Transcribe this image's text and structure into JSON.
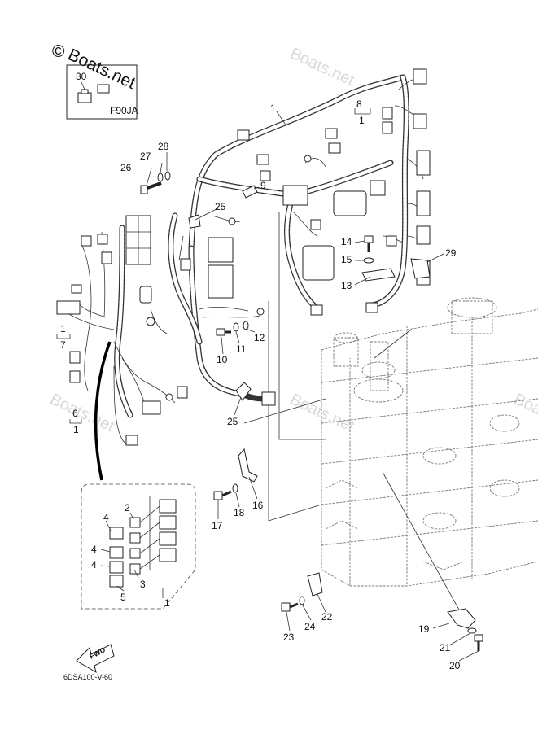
{
  "watermark": {
    "main": "Boats.net",
    "copyright_symbol": "©",
    "faint": "Boats.net"
  },
  "inset_top": {
    "part_label": "30",
    "model_code": "F90JA"
  },
  "part_labels": [
    {
      "id": "1a",
      "text": "1"
    },
    {
      "id": "8",
      "text": "8"
    },
    {
      "id": "8-sub",
      "text": "1"
    },
    {
      "id": "27",
      "text": "27"
    },
    {
      "id": "28",
      "text": "28"
    },
    {
      "id": "26",
      "text": "26"
    },
    {
      "id": "9",
      "text": "9"
    },
    {
      "id": "25a",
      "text": "25"
    },
    {
      "id": "14",
      "text": "14"
    },
    {
      "id": "15",
      "text": "15"
    },
    {
      "id": "13",
      "text": "13"
    },
    {
      "id": "29",
      "text": "29"
    },
    {
      "id": "1b",
      "text": "1"
    },
    {
      "id": "7",
      "text": "7"
    },
    {
      "id": "10",
      "text": "10"
    },
    {
      "id": "11",
      "text": "11"
    },
    {
      "id": "12",
      "text": "12"
    },
    {
      "id": "6",
      "text": "6"
    },
    {
      "id": "1c",
      "text": "1"
    },
    {
      "id": "25b",
      "text": "25"
    },
    {
      "id": "17",
      "text": "17"
    },
    {
      "id": "18",
      "text": "18"
    },
    {
      "id": "16",
      "text": "16"
    },
    {
      "id": "19",
      "text": "19"
    },
    {
      "id": "21",
      "text": "21"
    },
    {
      "id": "20",
      "text": "20"
    },
    {
      "id": "23",
      "text": "23"
    },
    {
      "id": "24",
      "text": "24"
    },
    {
      "id": "22",
      "text": "22"
    }
  ],
  "inset_bottom": {
    "labels": [
      {
        "id": "i2",
        "text": "2"
      },
      {
        "id": "i4a",
        "text": "4"
      },
      {
        "id": "i4b",
        "text": "4"
      },
      {
        "id": "i4c",
        "text": "4"
      },
      {
        "id": "i3",
        "text": "3"
      },
      {
        "id": "i5",
        "text": "5"
      },
      {
        "id": "i1",
        "text": "1"
      }
    ]
  },
  "fwd_label": "FWD",
  "drawing_code": "6DSA100-V-60"
}
